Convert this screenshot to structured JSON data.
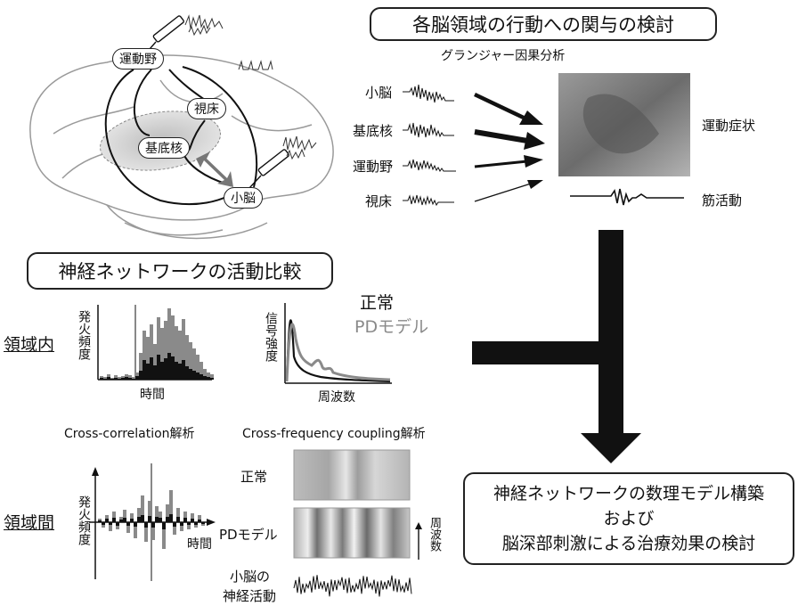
{
  "top_right": {
    "title": "各脳領域の行動への関与の検討",
    "granger_label": "グランジャー因果分析",
    "signals": [
      "小脳",
      "基底核",
      "運動野",
      "視床"
    ],
    "motor_symptom": "運動症状",
    "muscle_activity": "筋活動"
  },
  "brain": {
    "regions": [
      "運動野",
      "視床",
      "基底核",
      "小脳"
    ]
  },
  "network": {
    "title": "神経ネットワークの活動比較",
    "legend_normal": "正常",
    "legend_pd": "PDモデル",
    "intra_label": "領域内",
    "inter_label": "領域間",
    "hist_ylabel": "発火頻度",
    "hist_xlabel": "時間",
    "psd_ylabel": "信号強度",
    "psd_xlabel": "周波数",
    "xcorr_title": "Cross-correlation解析",
    "cfc_title": "Cross-frequency coupling解析",
    "xcorr_ylabel": "発火頻度",
    "xcorr_xlabel": "時間",
    "cfc_normal": "正常",
    "cfc_pd": "PDモデル",
    "cfc_axis": "周波数",
    "cereb_activity_line1": "小脳の",
    "cereb_activity_line2": "神経活動"
  },
  "result": {
    "line1": "神経ネットワークの数理モデル構築",
    "line2": "および",
    "line3": "脳深部刺激による治療効果の検討"
  },
  "colors": {
    "ink": "#111111",
    "gray": "#8a8a8a",
    "brain_outline": "#9a9a9a"
  }
}
